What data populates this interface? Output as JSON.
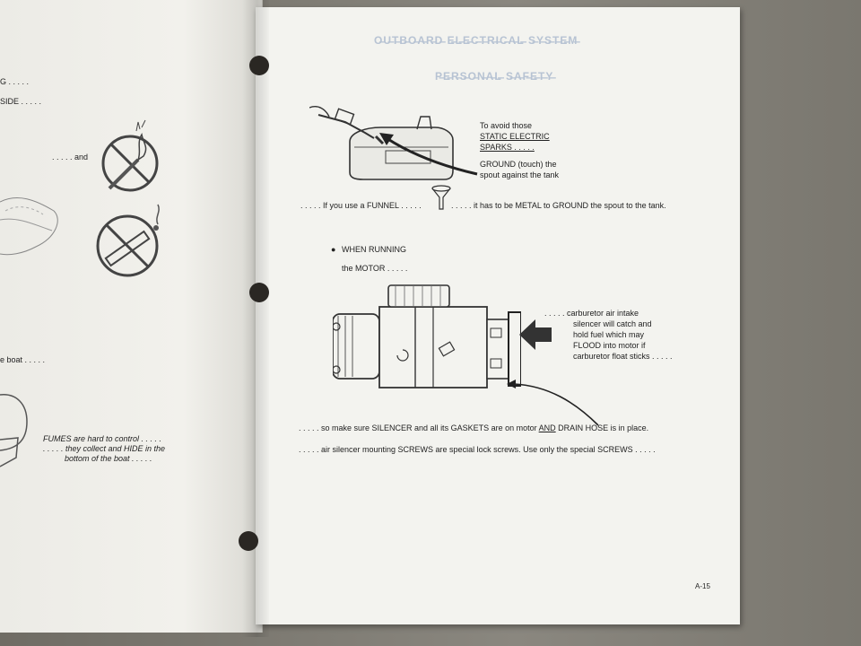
{
  "left_page": {
    "frag_g": "G . . . . .",
    "frag_side": "SIDE . . . . .",
    "frag_and": ". . . . . and",
    "frag_boat": "e boat . . . . .",
    "fumes_line1": "FUMES are hard to control . . . . .",
    "fumes_line2": ". . . . . they collect and HIDE in the",
    "fumes_line3": "bottom of the boat . . . . ."
  },
  "right_page": {
    "static_line1": "To avoid those",
    "static_line2": "STATIC ELECTRIC",
    "static_line3": "SPARKS . . . . .",
    "ground_line1": "GROUND (touch) the",
    "ground_line2": "spout against the tank",
    "funnel_part1": ". . . . . If you use a FUNNEL . . . . .",
    "funnel_part2": ". . . . . it has to be METAL to GROUND the spout to the tank.",
    "running_line1": "WHEN RUNNING",
    "running_line2": "the MOTOR . . . . .",
    "carb_line1": ". . . . . carburetor air intake",
    "carb_line2": "silencer will catch and",
    "carb_line3": "hold fuel which may",
    "carb_line4": "FLOOD into motor if",
    "carb_line5": "carburetor float sticks . . . . .",
    "silencer_a": ". . . . . so make sure SILENCER and all its GASKETS are on motor",
    "silencer_b": "AND",
    "silencer_c": "DRAIN HOSE is in place.",
    "screws_line": ". . . . . air silencer mounting SCREWS are special lock screws. Use only the special SCREWS . . . . .",
    "page_number": "A-15"
  }
}
